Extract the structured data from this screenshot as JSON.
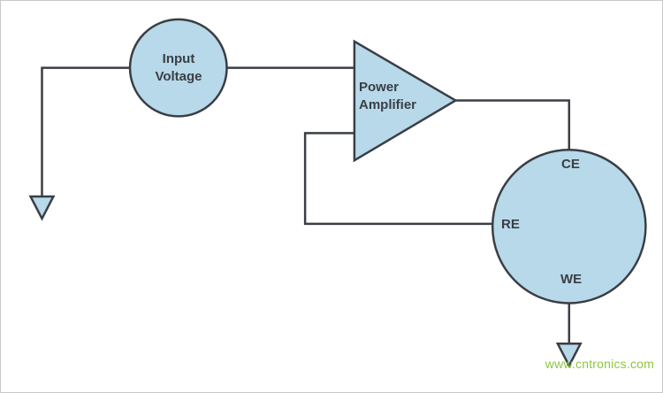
{
  "diagram": {
    "input_source": {
      "label_line1": "Input",
      "label_line2": "Voltage"
    },
    "amplifier": {
      "label_line1": "Power",
      "label_line2": "Amplifier"
    },
    "cell": {
      "terminal_top": "CE",
      "terminal_left": "RE",
      "terminal_bottom": "WE"
    },
    "watermark": "www.cntronics.com",
    "colors": {
      "shape_fill": "#b7d9e9",
      "stroke": "#3a3e45",
      "watermark": "#8dc63f"
    }
  }
}
